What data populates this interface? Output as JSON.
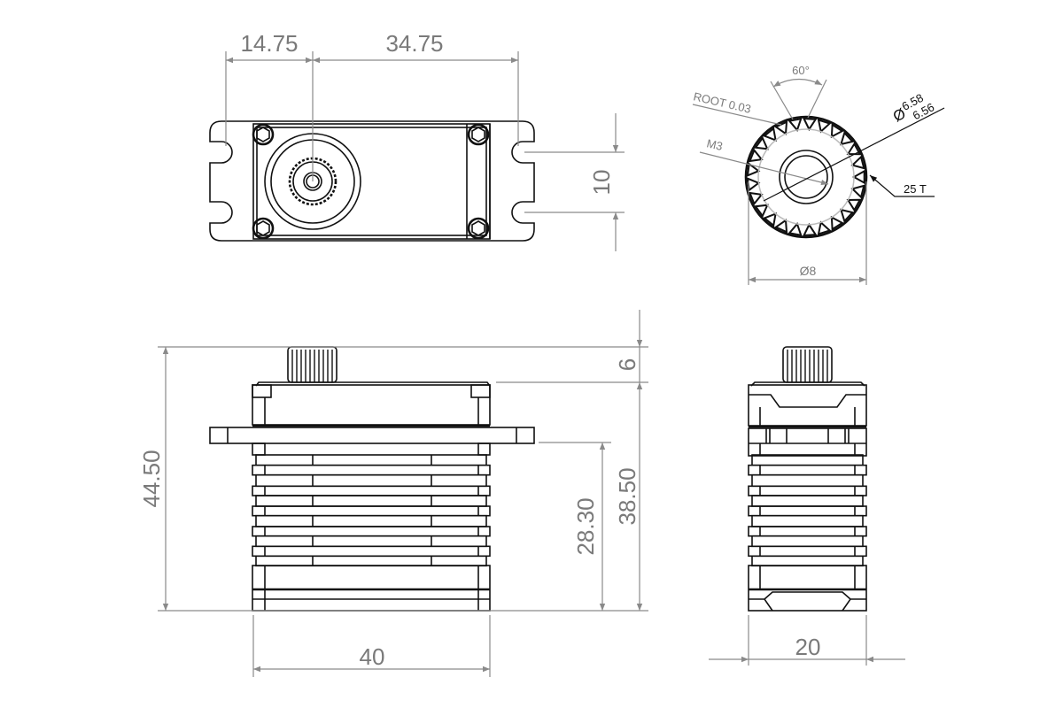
{
  "drawing": {
    "top_view": {
      "dim_left": "14.75",
      "dim_right": "34.75",
      "dim_mount_spacing": "10"
    },
    "spline_detail": {
      "angle": "60°",
      "root": "ROOT 0.03",
      "thread": "M3",
      "diameter_symbol": "Ø",
      "diameter_upper": "6.58",
      "diameter_lower": "6.56",
      "teeth": "25 T",
      "outer_diameter": "Ø8",
      "teeth_count": 25
    },
    "front_view": {
      "total_height": "44.50",
      "spline_height": "6",
      "body_height": "38.50",
      "flange_height": "28.30",
      "width": "40"
    },
    "side_view": {
      "depth": "20"
    },
    "colors": {
      "outline": "#111111",
      "dimension": "#8a8a8a"
    }
  }
}
